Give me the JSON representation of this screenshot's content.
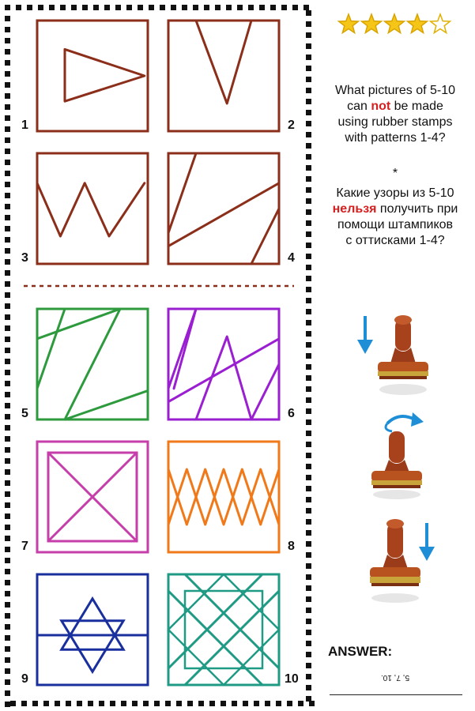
{
  "rating": {
    "filled": 4,
    "total": 5,
    "color": "#f5c518",
    "icon": "star-icon"
  },
  "question_en": {
    "line1": "What pictures of 5-10",
    "line2_pre": "can ",
    "line2_not": "not",
    "line2_post": " be made",
    "line3": "using rubber stamps",
    "line4": "with patterns 1-4?"
  },
  "separator": "*",
  "question_ru": {
    "line1": "Какие узоры из 5-10",
    "line2_red": "нельзя",
    "line2_post": " получить при",
    "line3": "помощи штампиков",
    "line4": "с оттисками 1-4?"
  },
  "tiles": [
    {
      "number": "1",
      "color": "#8b2e1a",
      "pattern": "triangle-right"
    },
    {
      "number": "2",
      "color": "#8b2e1a",
      "pattern": "v-shape"
    },
    {
      "number": "3",
      "color": "#8b2e1a",
      "pattern": "w-shape"
    },
    {
      "number": "4",
      "color": "#8b2e1a",
      "pattern": "lines"
    },
    {
      "number": "5",
      "color": "#2e9a3e",
      "pattern": "z-lines"
    },
    {
      "number": "6",
      "color": "#9a1fd1",
      "pattern": "w-with-lines"
    },
    {
      "number": "7",
      "color": "#c63eaa",
      "pattern": "x-in-square"
    },
    {
      "number": "8",
      "color": "#f07a1a",
      "pattern": "zigzag-diamonds"
    },
    {
      "number": "9",
      "color": "#1a2f9e",
      "pattern": "hexagram"
    },
    {
      "number": "10",
      "color": "#1f9a84",
      "pattern": "octagram"
    }
  ],
  "stamp_colors": {
    "handle": "#a8421d",
    "base": "#b8521f",
    "band": "#c9a43a",
    "arrow": "#1e8fd6"
  },
  "stamp_actions": [
    "arrow-down-icon",
    "rotate-arrow-icon",
    "arrow-down-icon"
  ],
  "answer": {
    "label": "ANSWER:",
    "value": "5, 7, 10."
  }
}
